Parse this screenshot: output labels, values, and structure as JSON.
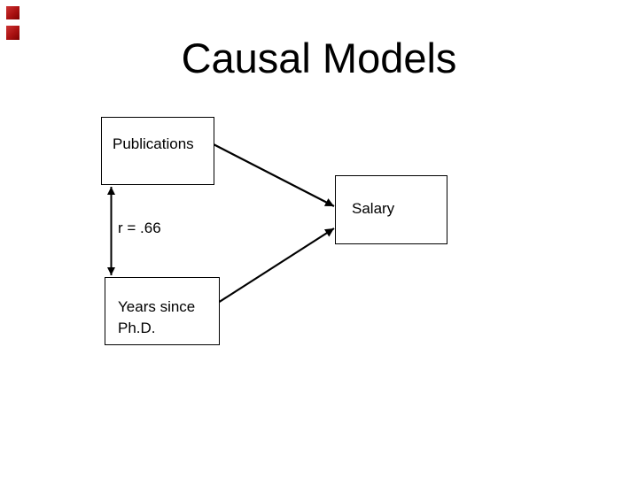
{
  "slide": {
    "title": "Causal Models",
    "background_color": "#ffffff",
    "text_color": "#000000",
    "line_color": "#000000",
    "decoration": {
      "description": "two small red squares in top-left corner",
      "color": "#aa1111",
      "color_dark": "#7d0000"
    }
  },
  "diagram": {
    "nodes": {
      "publications": {
        "label": "Publications"
      },
      "salary": {
        "label": "Salary"
      },
      "years_since_phd": {
        "label_line1": "Years since",
        "label_line2": "Ph.D."
      }
    },
    "edges": [
      {
        "from": "Publications",
        "to": "Salary",
        "style": "arrow",
        "label": ""
      },
      {
        "from": "Years since Ph.D.",
        "to": "Salary",
        "style": "arrow",
        "label": ""
      },
      {
        "from": "Publications",
        "to": "Years since Ph.D.",
        "style": "double-arrow",
        "label": "r = .66"
      }
    ]
  }
}
